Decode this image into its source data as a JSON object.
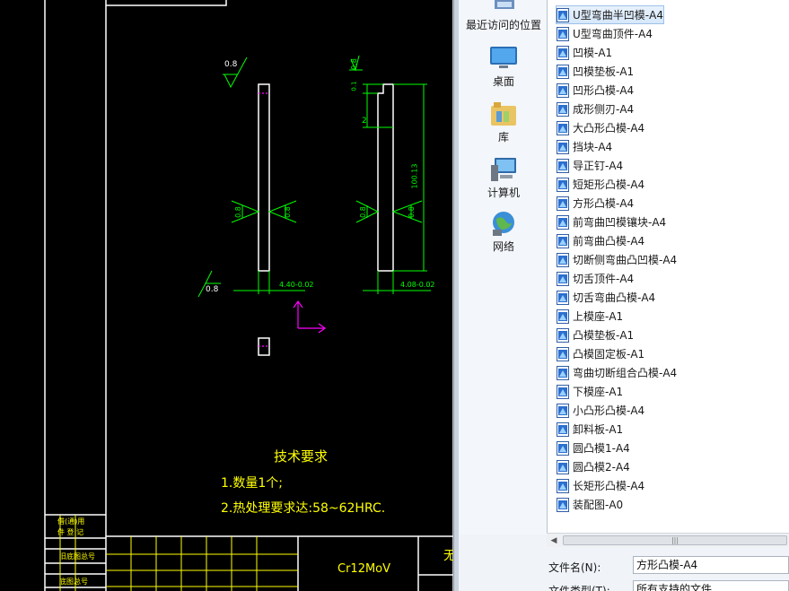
{
  "cad": {
    "notes_title": "技术要求",
    "note_1": "1.数量1个;",
    "note_2": "2.热处理要求达:58~62HRC.",
    "material": "Cr12MoV",
    "title_fragment": "无",
    "roughness_1": "0.8",
    "roughness_2": "0.8",
    "roughness_3": "0.8",
    "roughness_4": "0.8",
    "roughness_5": "0.8",
    "roughness_6": "0.8",
    "roughness_7": "0.8",
    "dim_left": "4.40-0.02",
    "dim_right": "4.08-0.02",
    "dim_side_2": "2",
    "dim_height": "100.13",
    "dim_top": "0.1",
    "side_label_1": "借(通)用",
    "side_label_2": "件 登 记",
    "side_label_3": "旧底图总号",
    "side_label_4": "底图总号"
  },
  "places": [
    {
      "label": "最近访问的位置",
      "icon": "recent-places-icon"
    },
    {
      "label": "桌面",
      "icon": "desktop-icon"
    },
    {
      "label": "库",
      "icon": "libraries-icon"
    },
    {
      "label": "计算机",
      "icon": "computer-icon"
    },
    {
      "label": "网络",
      "icon": "network-icon"
    }
  ],
  "files": [
    "U型弯曲半凹模-A4",
    "U型弯曲顶件-A4",
    "凹模-A1",
    "凹模垫板-A1",
    "凹形凸模-A4",
    "成形侧刃-A4",
    "大凸形凸模-A4",
    "挡块-A4",
    "导正钉-A4",
    "短矩形凸模-A4",
    "方形凸模-A4",
    "前弯曲凹模镶块-A4",
    "前弯曲凸模-A4",
    "切断侧弯曲凸凹模-A4",
    "切舌顶件-A4",
    "切舌弯曲凸模-A4",
    "上模座-A1",
    "凸模垫板-A1",
    "凸模固定板-A1",
    "弯曲切断组合凸模-A4",
    "下模座-A1",
    "小凸形凸模-A4",
    "卸料板-A1",
    "圆凸模1-A4",
    "圆凸模2-A4",
    "长矩形凸模-A4",
    "装配图-A0"
  ],
  "selected_file": "U型弯曲半凹模-A4",
  "filename_label": "文件名(N):",
  "filename_value": "方形凸模-A4",
  "filetype_label": "文件类型(T):",
  "filetype_value": "所有支持的文件",
  "scroll_grip": "|||",
  "colors": {
    "cad_line": "#00ff00",
    "cad_text": "#ffff00",
    "cad_frame": "#ffffff",
    "ucs": "#ff00ff"
  }
}
